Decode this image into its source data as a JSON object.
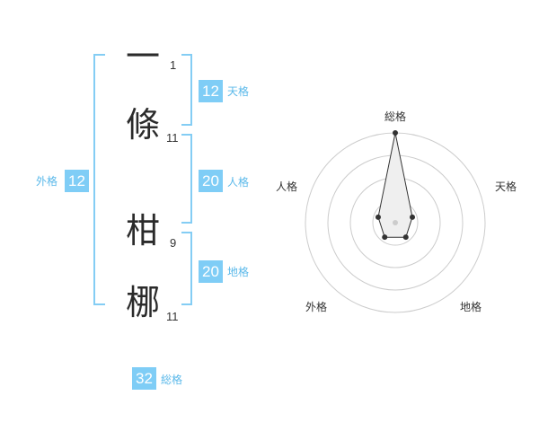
{
  "name": {
    "chars": [
      {
        "char": "一",
        "strokes": "1"
      },
      {
        "char": "條",
        "strokes": "11"
      },
      {
        "char": "柑",
        "strokes": "9"
      },
      {
        "char": "梛",
        "strokes": "11"
      }
    ]
  },
  "fortune": {
    "tenkaku": {
      "label": "天格",
      "value": "12"
    },
    "jinkaku": {
      "label": "人格",
      "value": "20"
    },
    "chikaku": {
      "label": "地格",
      "value": "20"
    },
    "gaikaku": {
      "label": "外格",
      "value": "12"
    },
    "soukaku": {
      "label": "総格",
      "value": "32"
    }
  },
  "chart_data": {
    "type": "radar",
    "axes": [
      "総格",
      "天格",
      "地格",
      "外格",
      "人格"
    ],
    "values": [
      5,
      1,
      1,
      1,
      1
    ],
    "max": 5,
    "rings": 4,
    "colors": {
      "fill": "#efefef",
      "line": "#333333",
      "ring": "#cccccc"
    }
  }
}
